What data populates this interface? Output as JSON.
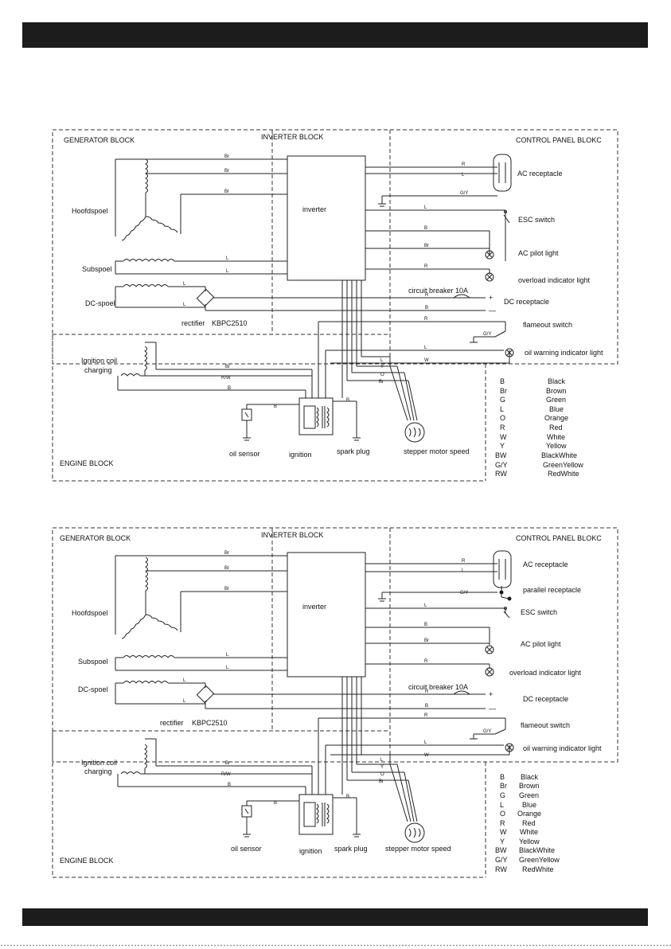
{
  "blocks": {
    "generator": "GENERATOR BLOCK",
    "inverter": "INVERTER BLOCK",
    "control": "CONTROL PANEL BLOKC",
    "engine": "ENGINE BLOCK"
  },
  "labels": {
    "inverter": "inverter",
    "hoofdspoel": "Hoofdspoel",
    "subspoel": "Subspoel",
    "dcspoel": "DC-spoel",
    "rectifier": "rectifier",
    "kbpc": "KBPC2510",
    "ignition_coil_1": "Ignition coil",
    "ignition_coil_2": "charging",
    "oil_sensor": "oil sensor",
    "ignition": "ignition",
    "spark_plug": "spark plug",
    "stepper": "stepper motor speed",
    "circuit_breaker": "circuit breaker 10A",
    "ac_receptacle": "AC receptacle",
    "parallel_receptacle": "parallel receptacle",
    "esc_switch": "ESC switch",
    "ac_pilot": "AC pilot light",
    "overload": "overload indicator light",
    "dc_receptacle": "DC receptacle",
    "flameout": "flameout switch",
    "oil_warning": "oil warning indicator light",
    "plus": "+",
    "minus": "—"
  },
  "wires": {
    "Br": "Br",
    "L": "L",
    "R": "R",
    "B": "B",
    "GY": "G/Y",
    "RW": "R/W",
    "Y": "Y",
    "O": "O",
    "W": "W"
  },
  "legend": [
    {
      "code": "B",
      "name": "Black"
    },
    {
      "code": "Br",
      "name": "Brown"
    },
    {
      "code": "G",
      "name": "Green"
    },
    {
      "code": "L",
      "name": "Blue"
    },
    {
      "code": "O",
      "name": "Orange"
    },
    {
      "code": "R",
      "name": "Red"
    },
    {
      "code": "W",
      "name": "White"
    },
    {
      "code": "Y",
      "name": "Yellow"
    },
    {
      "code": "BW",
      "name": "BlackWhite"
    },
    {
      "code": "G/Y",
      "name": "GreenYellow"
    },
    {
      "code": "RW",
      "name": "RedWhite"
    }
  ]
}
